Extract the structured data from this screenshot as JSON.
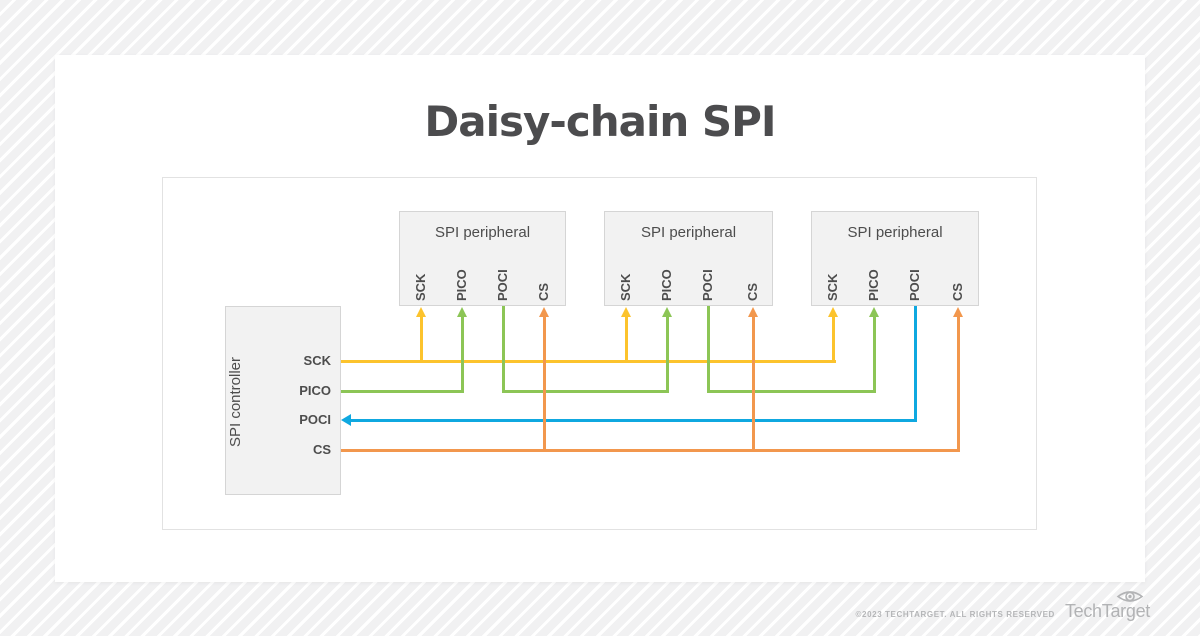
{
  "title": "Daisy-chain SPI",
  "colors": {
    "sck": "#fcc32d",
    "pico": "#8cc556",
    "poci": "#0fa8e0",
    "cs": "#f2974d"
  },
  "controller": {
    "label": "SPI controller",
    "pins": [
      "SCK",
      "PICO",
      "POCI",
      "CS"
    ]
  },
  "peripherals": [
    {
      "title": "SPI peripheral",
      "pins": [
        "SCK",
        "PICO",
        "POCI",
        "CS"
      ]
    },
    {
      "title": "SPI peripheral",
      "pins": [
        "SCK",
        "PICO",
        "POCI",
        "CS"
      ]
    },
    {
      "title": "SPI peripheral",
      "pins": [
        "SCK",
        "PICO",
        "POCI",
        "CS"
      ]
    }
  ],
  "signals": [
    "SCK",
    "PICO",
    "POCI",
    "CS"
  ],
  "footer": {
    "copyright": "©2023 TECHTARGET. ALL RIGHTS RESERVED",
    "brand": "TechTarget"
  }
}
